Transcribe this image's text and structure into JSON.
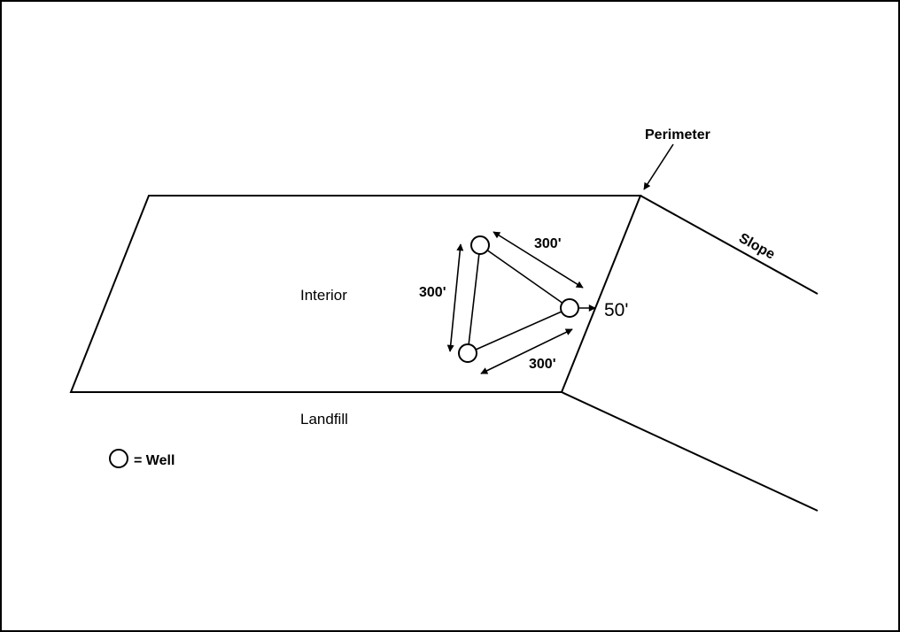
{
  "labels": {
    "perimeter": "Perimeter",
    "slope": "Slope",
    "interior": "Interior",
    "landfill": "Landfill",
    "offset": "50'",
    "spacing_top": "300'",
    "spacing_left": "300'",
    "spacing_bottom": "300'"
  },
  "legend": {
    "well_text": "= Well"
  },
  "colors": {
    "stroke": "#000000",
    "background": "#ffffff"
  }
}
